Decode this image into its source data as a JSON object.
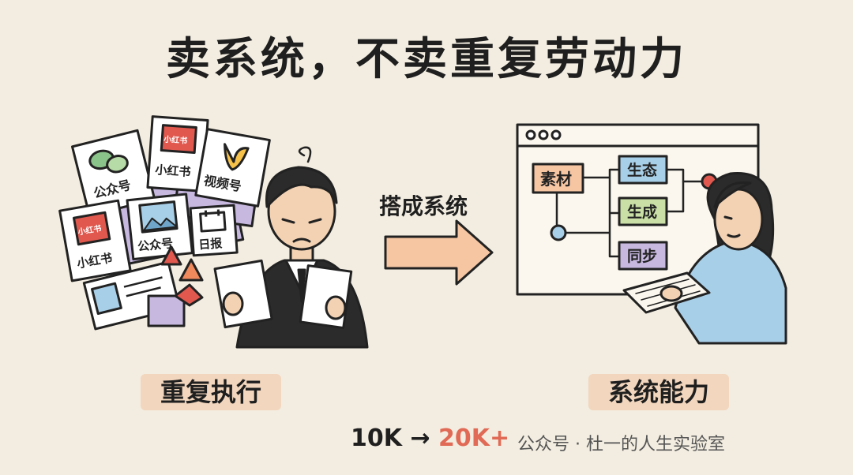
{
  "title": "卖系统，不卖重复劳动力",
  "left": {
    "caption": "重复执行",
    "cards": {
      "wechat": "公众号",
      "xhs_badge": "小红书",
      "xhs_label": "小红书",
      "video": "视频号",
      "image_account": "公众号",
      "daily": "日报",
      "xhs2_badge": "小红书",
      "xhs2_label": "小红书"
    }
  },
  "middle": {
    "arrow_label": "搭成系统"
  },
  "right": {
    "caption": "系统能力",
    "nodes": {
      "source": "素材",
      "ecology": "生态",
      "generate": "生成",
      "sync": "同步"
    }
  },
  "growth": {
    "from": "10K",
    "arrow": "→",
    "to": "20K+"
  },
  "watermark": "公众号 · 杜一的人生实验室",
  "colors": {
    "background": "#f3ede1",
    "caption_bg": "#f2d6bd",
    "accent": "#e06a55",
    "purple": "#c7b8e0",
    "orange": "#f6c6a3",
    "green": "#c9dfa6",
    "blue": "#a8cfe8"
  }
}
